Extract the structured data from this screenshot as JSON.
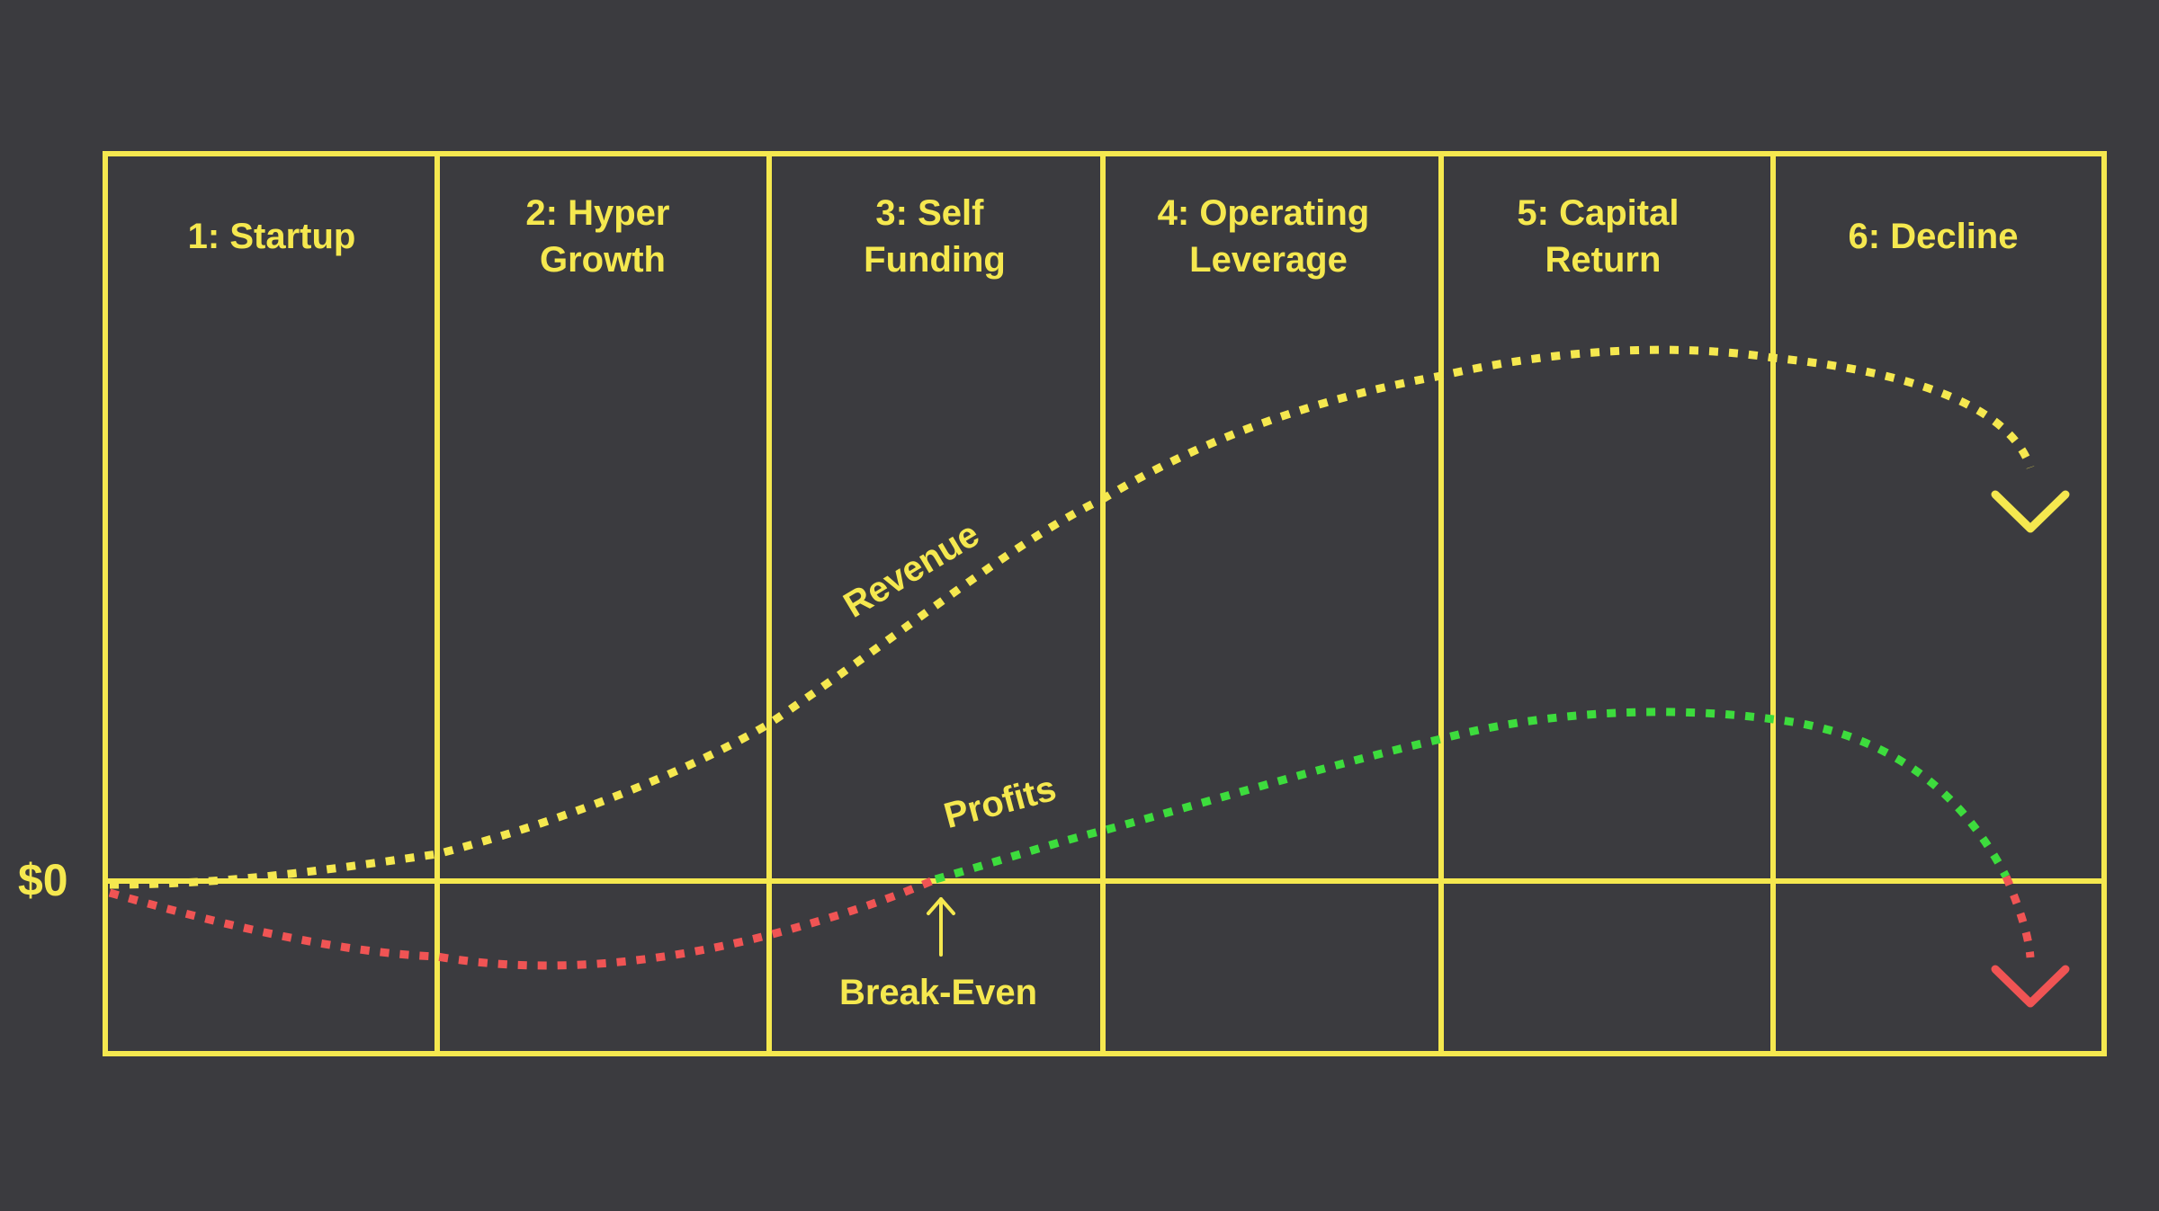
{
  "stages": [
    {
      "lines": [
        "1: Startup"
      ]
    },
    {
      "lines": [
        "2: Hyper",
        "Growth"
      ]
    },
    {
      "lines": [
        "3: Self",
        "Funding"
      ]
    },
    {
      "lines": [
        "4: Operating",
        "Leverage"
      ]
    },
    {
      "lines": [
        "5: Capital",
        "Return"
      ]
    },
    {
      "lines": [
        "6: Decline"
      ]
    }
  ],
  "zero_label": "$0",
  "curves": {
    "revenue_label": "Revenue",
    "profits_label": "Profits"
  },
  "break_even_label": "Break-Even",
  "colors": {
    "background": "#3b3b3f",
    "grid": "#f5e84f",
    "label": "#f5e84f",
    "revenue": "#f5e84f",
    "profit_positive": "#3ddc3d",
    "profit_negative": "#f05454",
    "arrow_revenue": "#f5e84f",
    "arrow_profit": "#f05454"
  }
}
